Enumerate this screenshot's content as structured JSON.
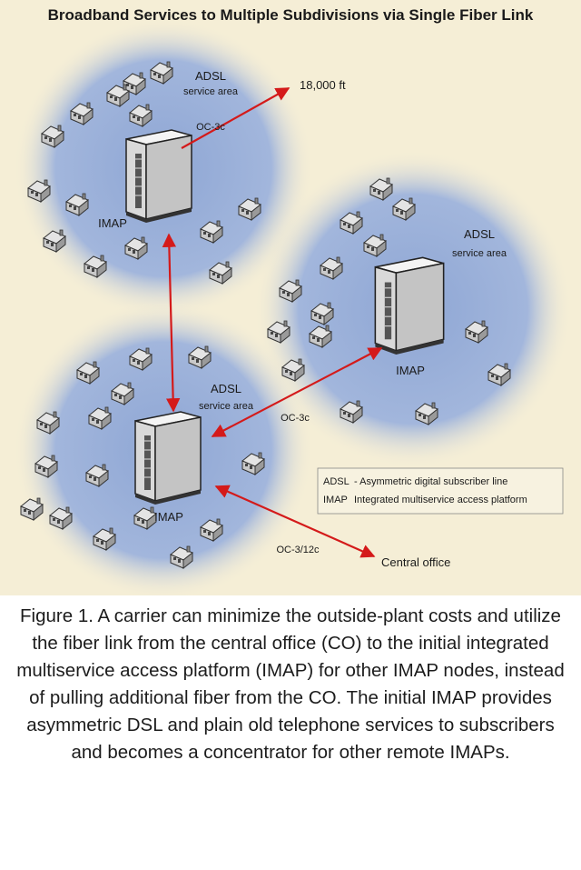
{
  "title": "Broadband Services to Multiple Subdivisions via Single Fiber Link",
  "areas": [
    {
      "adsl": "ADSL",
      "service": "service area",
      "imap": "IMAP"
    },
    {
      "adsl": "ADSL",
      "service": "service area",
      "imap": "IMAP"
    },
    {
      "adsl": "ADSL",
      "service": "service area",
      "imap": "IMAP"
    }
  ],
  "links": {
    "top_distance": "18,000 ft",
    "top_oc": "OC-3c",
    "right_oc": "OC-3c",
    "central_oc": "OC-3/12c",
    "central_office": "Central office"
  },
  "legend": {
    "adsl_key": "ADSL",
    "adsl_def": "- Asymmetric digital subscriber line",
    "imap_key": "IMAP",
    "imap_def": "Integrated multiservice access platform"
  },
  "caption": "Figure 1. A carrier can minimize the outside-plant costs and utilize the fiber link from the central office (CO) to the initial integrated multiservice access platform (IMAP) for other IMAP nodes, instead of pulling additional fiber from the CO. The initial IMAP provides asymmetric DSL and plain old telephone services to subscribers and becomes a concentrator for other remote IMAPs.",
  "colors": {
    "background": "#f5eed6",
    "service_area": "#8ea6d4",
    "link_arrow": "#d41a1a",
    "cabinet": "#e9e9e9",
    "house": "#d4d4d4"
  }
}
